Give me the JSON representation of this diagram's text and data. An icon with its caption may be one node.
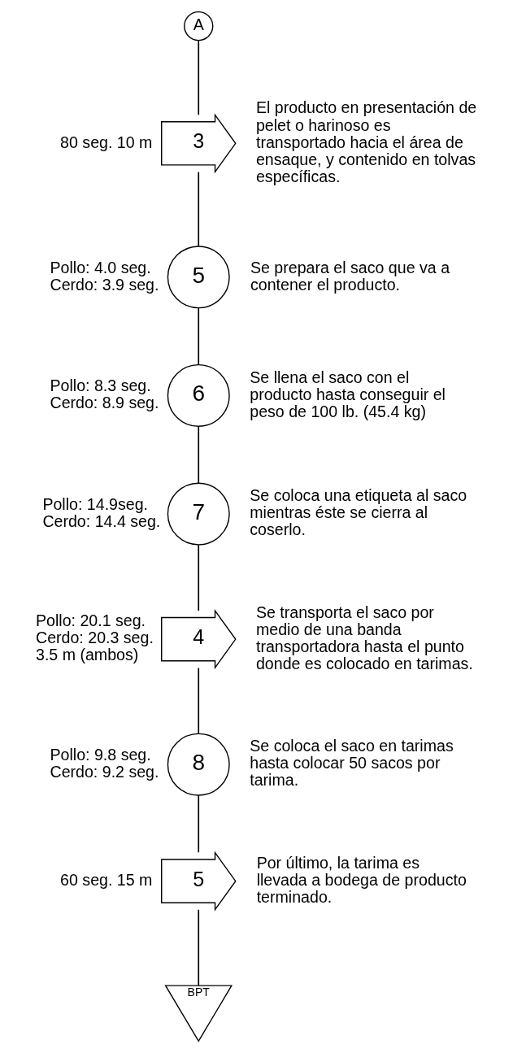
{
  "diagram": {
    "nodes": [
      {
        "text": [
          "A"
        ]
      },
      {
        "text": [
          "3"
        ],
        "beside": [
          "80 seg. 10 m",
          "El producto en presentación de pelet o harinoso es transportado hacia el área de ensaque, y contenido en tolvas específicas."
        ]
      },
      {
        "text": [
          "5"
        ],
        "beside": [
          "Pollo: 4.0 seg. Cerdo: 3.9 seg.",
          "Se prepara el saco que va a contener el producto."
        ]
      },
      {
        "text": [
          "6"
        ],
        "beside": [
          "Pollo: 8.3 seg. Cerdo: 8.9 seg.",
          "Se llena el saco con el producto hasta conseguir el peso de 100 lb. (45.4 kg)"
        ]
      },
      {
        "text": [
          "7"
        ],
        "beside": [
          "Pollo: 14.9seg. Cerdo: 14.4 seg.",
          "Se coloca una etiqueta al saco mientras éste se cierra al coserlo."
        ]
      },
      {
        "text": [
          "4"
        ],
        "beside": [
          "Pollo: 20.1 seg. Cerdo: 20.3 seg. 3.5 m (ambos)",
          "Se transporta el saco por medio de una banda transportadora hasta el punto donde es colocado en tarimas."
        ]
      },
      {
        "text": [
          "8"
        ],
        "beside": [
          "Pollo: 9.8 seg. Cerdo: 9.2 seg.",
          "Se coloca el saco en tarimas hasta colocar 50 sacos por tarima."
        ]
      },
      {
        "text": [
          "5"
        ],
        "beside": [
          "60 seg. 15 m",
          "Por último, la tarima es llevada a bodega de producto terminado."
        ]
      },
      {
        "text": [
          "BPT"
        ]
      }
    ],
    "edges": [
      {
        "from": 0,
        "to": 1,
        "arrow": "none"
      },
      {
        "from": 1,
        "to": 2,
        "arrow": "none"
      },
      {
        "from": 2,
        "to": 3,
        "arrow": "none"
      },
      {
        "from": 3,
        "to": 4,
        "arrow": "none"
      },
      {
        "from": 4,
        "to": 5,
        "arrow": "none"
      },
      {
        "from": 5,
        "to": 6,
        "arrow": "none"
      },
      {
        "from": 6,
        "to": 7,
        "arrow": "none"
      },
      {
        "from": 7,
        "to": 8,
        "arrow": "none"
      }
    ]
  }
}
